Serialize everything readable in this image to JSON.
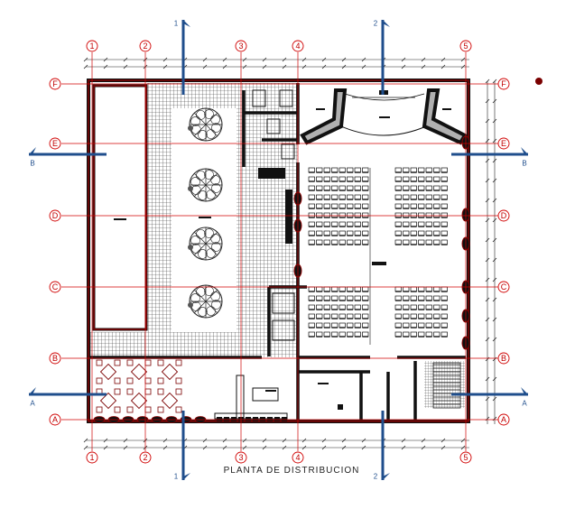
{
  "title": "PLANTA DE DISTRIBUCION",
  "grid": {
    "columns": [
      "1",
      "2",
      "3",
      "4",
      "5"
    ],
    "rows": [
      "F",
      "E",
      "D",
      "C",
      "B",
      "A"
    ]
  },
  "sections": {
    "cut_1": "1",
    "cut_2": "2",
    "cut_A": "A",
    "cut_B": "B"
  },
  "colors": {
    "wall": "#111111",
    "wall_fill": "#8b0000",
    "grid_line": "#d00000",
    "section": "#1f4e8c",
    "tile": "#333333"
  }
}
